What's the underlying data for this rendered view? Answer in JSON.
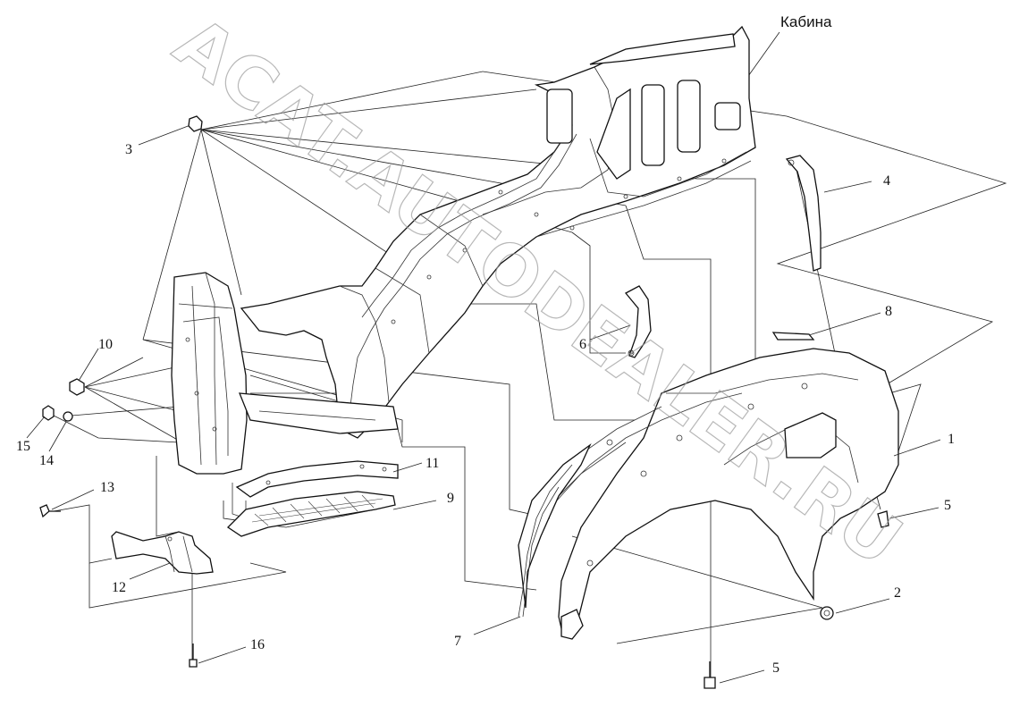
{
  "diagram": {
    "title_label": "Кабина",
    "watermark": "ACAT.AUTODEALER.RU",
    "callouts": [
      "1",
      "2",
      "3",
      "4",
      "5",
      "5",
      "6",
      "7",
      "8",
      "9",
      "10",
      "11",
      "12",
      "13",
      "14",
      "15",
      "16"
    ]
  }
}
